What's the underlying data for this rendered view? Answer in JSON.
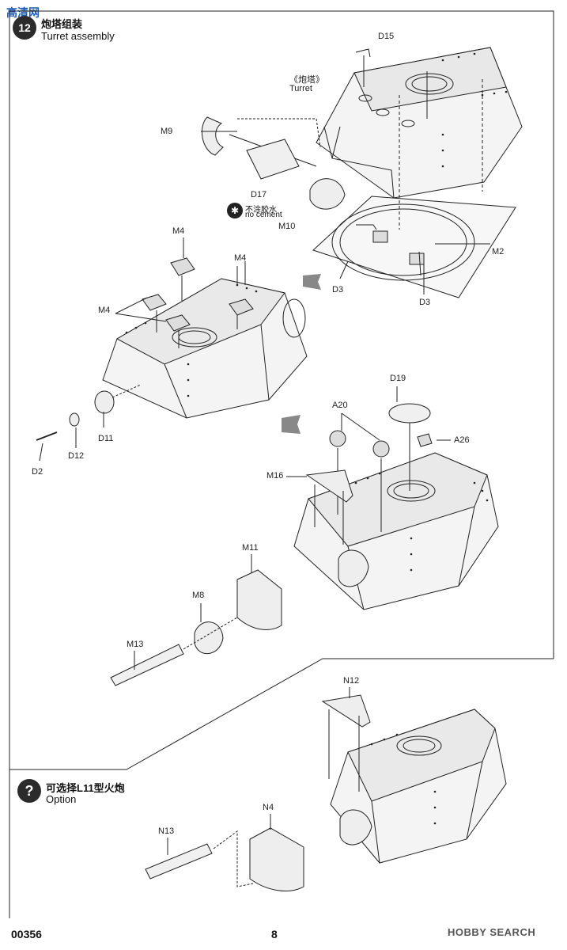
{
  "watermark": "高清网",
  "step": {
    "number": "12",
    "title_cn": "炮塔组装",
    "title_en": "Turret  assembly"
  },
  "turret_label": {
    "cn": "《炮塔》",
    "en": "Turret"
  },
  "no_cement": {
    "cn": "不涂胶水",
    "en": "no cement"
  },
  "part_labels": {
    "D15": "D15",
    "M9": "M9",
    "D17": "D17",
    "M10": "M10",
    "M2": "M2",
    "D3a": "D3",
    "D3b": "D3",
    "M4a": "M4",
    "M4b": "M4",
    "M4c": "M4",
    "D11": "D11",
    "D12": "D12",
    "D2": "D2",
    "D19": "D19",
    "A20": "A20",
    "A26": "A26",
    "M16": "M16",
    "M11": "M11",
    "M8": "M8",
    "M13": "M13",
    "N12": "N12",
    "N4": "N4",
    "N13": "N13"
  },
  "option": {
    "symbol": "?",
    "title_cn": "可选择L11型火炮",
    "title_en": "Option"
  },
  "footer": {
    "code": "00356",
    "page": "8",
    "source": "HOBBY SEARCH"
  }
}
